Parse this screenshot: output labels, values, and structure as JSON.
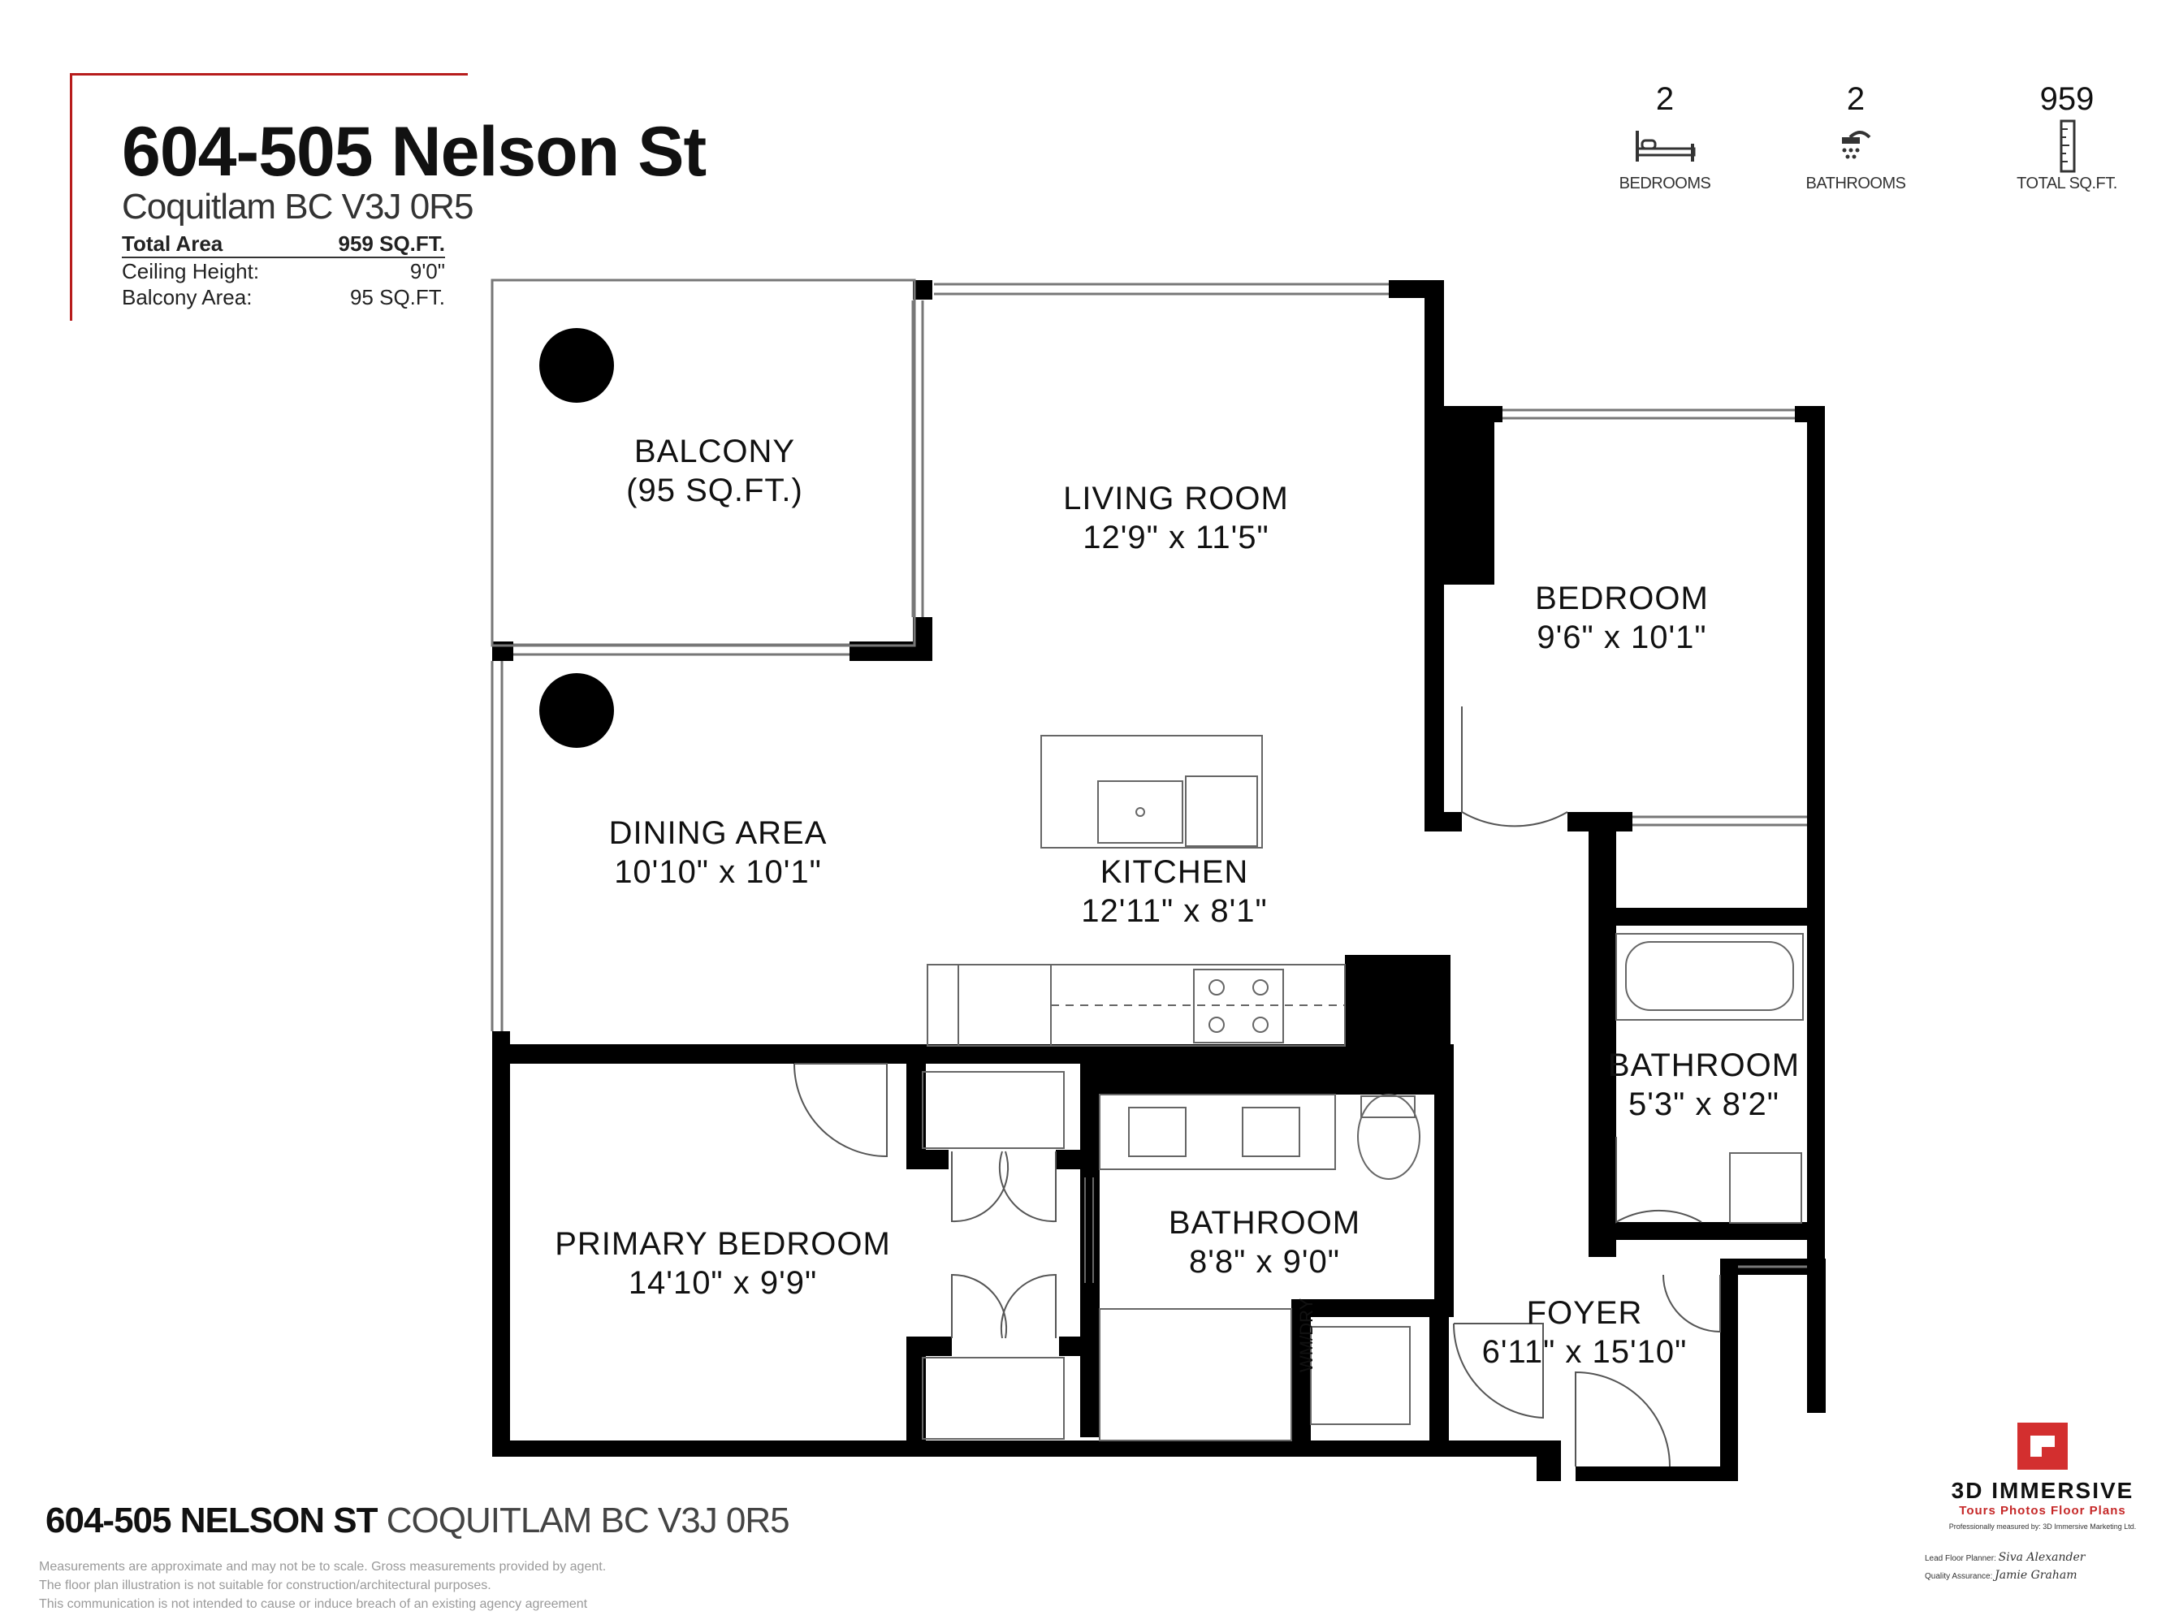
{
  "header": {
    "title": "604-505 Nelson St",
    "city": "Coquitlam BC  V3J 0R5",
    "specs": [
      {
        "label": "Total Area",
        "value": "959 SQ.FT."
      },
      {
        "label": "Ceiling Height:",
        "value": "9'0\""
      },
      {
        "label": "Balcony Area:",
        "value": "95 SQ.FT."
      }
    ]
  },
  "stats": [
    {
      "number": "2",
      "label": "BEDROOMS",
      "icon": "bed-icon"
    },
    {
      "number": "2",
      "label": "BATHROOMS",
      "icon": "shower-icon"
    },
    {
      "number": "959",
      "label": "TOTAL SQ.FT.",
      "icon": "ruler-icon"
    }
  ],
  "rooms": {
    "balcony": {
      "name": "BALCONY",
      "dims": "(95 SQ.FT.)"
    },
    "living": {
      "name": "LIVING ROOM",
      "dims": "12'9\" x 11'5\""
    },
    "bedroom": {
      "name": "BEDROOM",
      "dims": "9'6\" x 10'1\""
    },
    "dining": {
      "name": "DINING AREA",
      "dims": "10'10\" x 10'1\""
    },
    "kitchen": {
      "name": "KITCHEN",
      "dims": "12'11\" x 8'1\""
    },
    "bath2": {
      "name": "BATHROOM",
      "dims": "5'3\" x 8'2\""
    },
    "primary": {
      "name": "PRIMARY BEDROOM",
      "dims": "14'10\" x 9'9\""
    },
    "bath1": {
      "name": "BATHROOM",
      "dims": "8'8\" x 9'0\""
    },
    "foyer": {
      "name": "FOYER",
      "dims": "6'11\" x 15'10\""
    },
    "laundry": {
      "name": "WM/DRY"
    }
  },
  "footer": {
    "address_bold": "604-505 NELSON ST",
    "address_light": "COQUITLAM BC  V3J 0R5",
    "disclaimer": [
      "Measurements are approximate and may not be to scale. Gross measurements provided by agent.",
      "The floor plan illustration is not suitable for construction/architectural purposes.",
      "This communication is not intended to cause or induce breach of an existing agency agreement"
    ]
  },
  "brand": {
    "name": "3D IMMERSIVE",
    "tagline": "Tours  Photos  Floor Plans",
    "measured_by": "Professionally measured by: 3D Immersive Marketing Ltd.",
    "planner_label": "Lead Floor Planner:",
    "planner_name": "Siva Alexander",
    "qa_label": "Quality Assurance:",
    "qa_name": "Jamie Graham",
    "accent": "#d32f2f"
  },
  "colors": {
    "wall": "#000000",
    "accent": "#b71c1c"
  }
}
